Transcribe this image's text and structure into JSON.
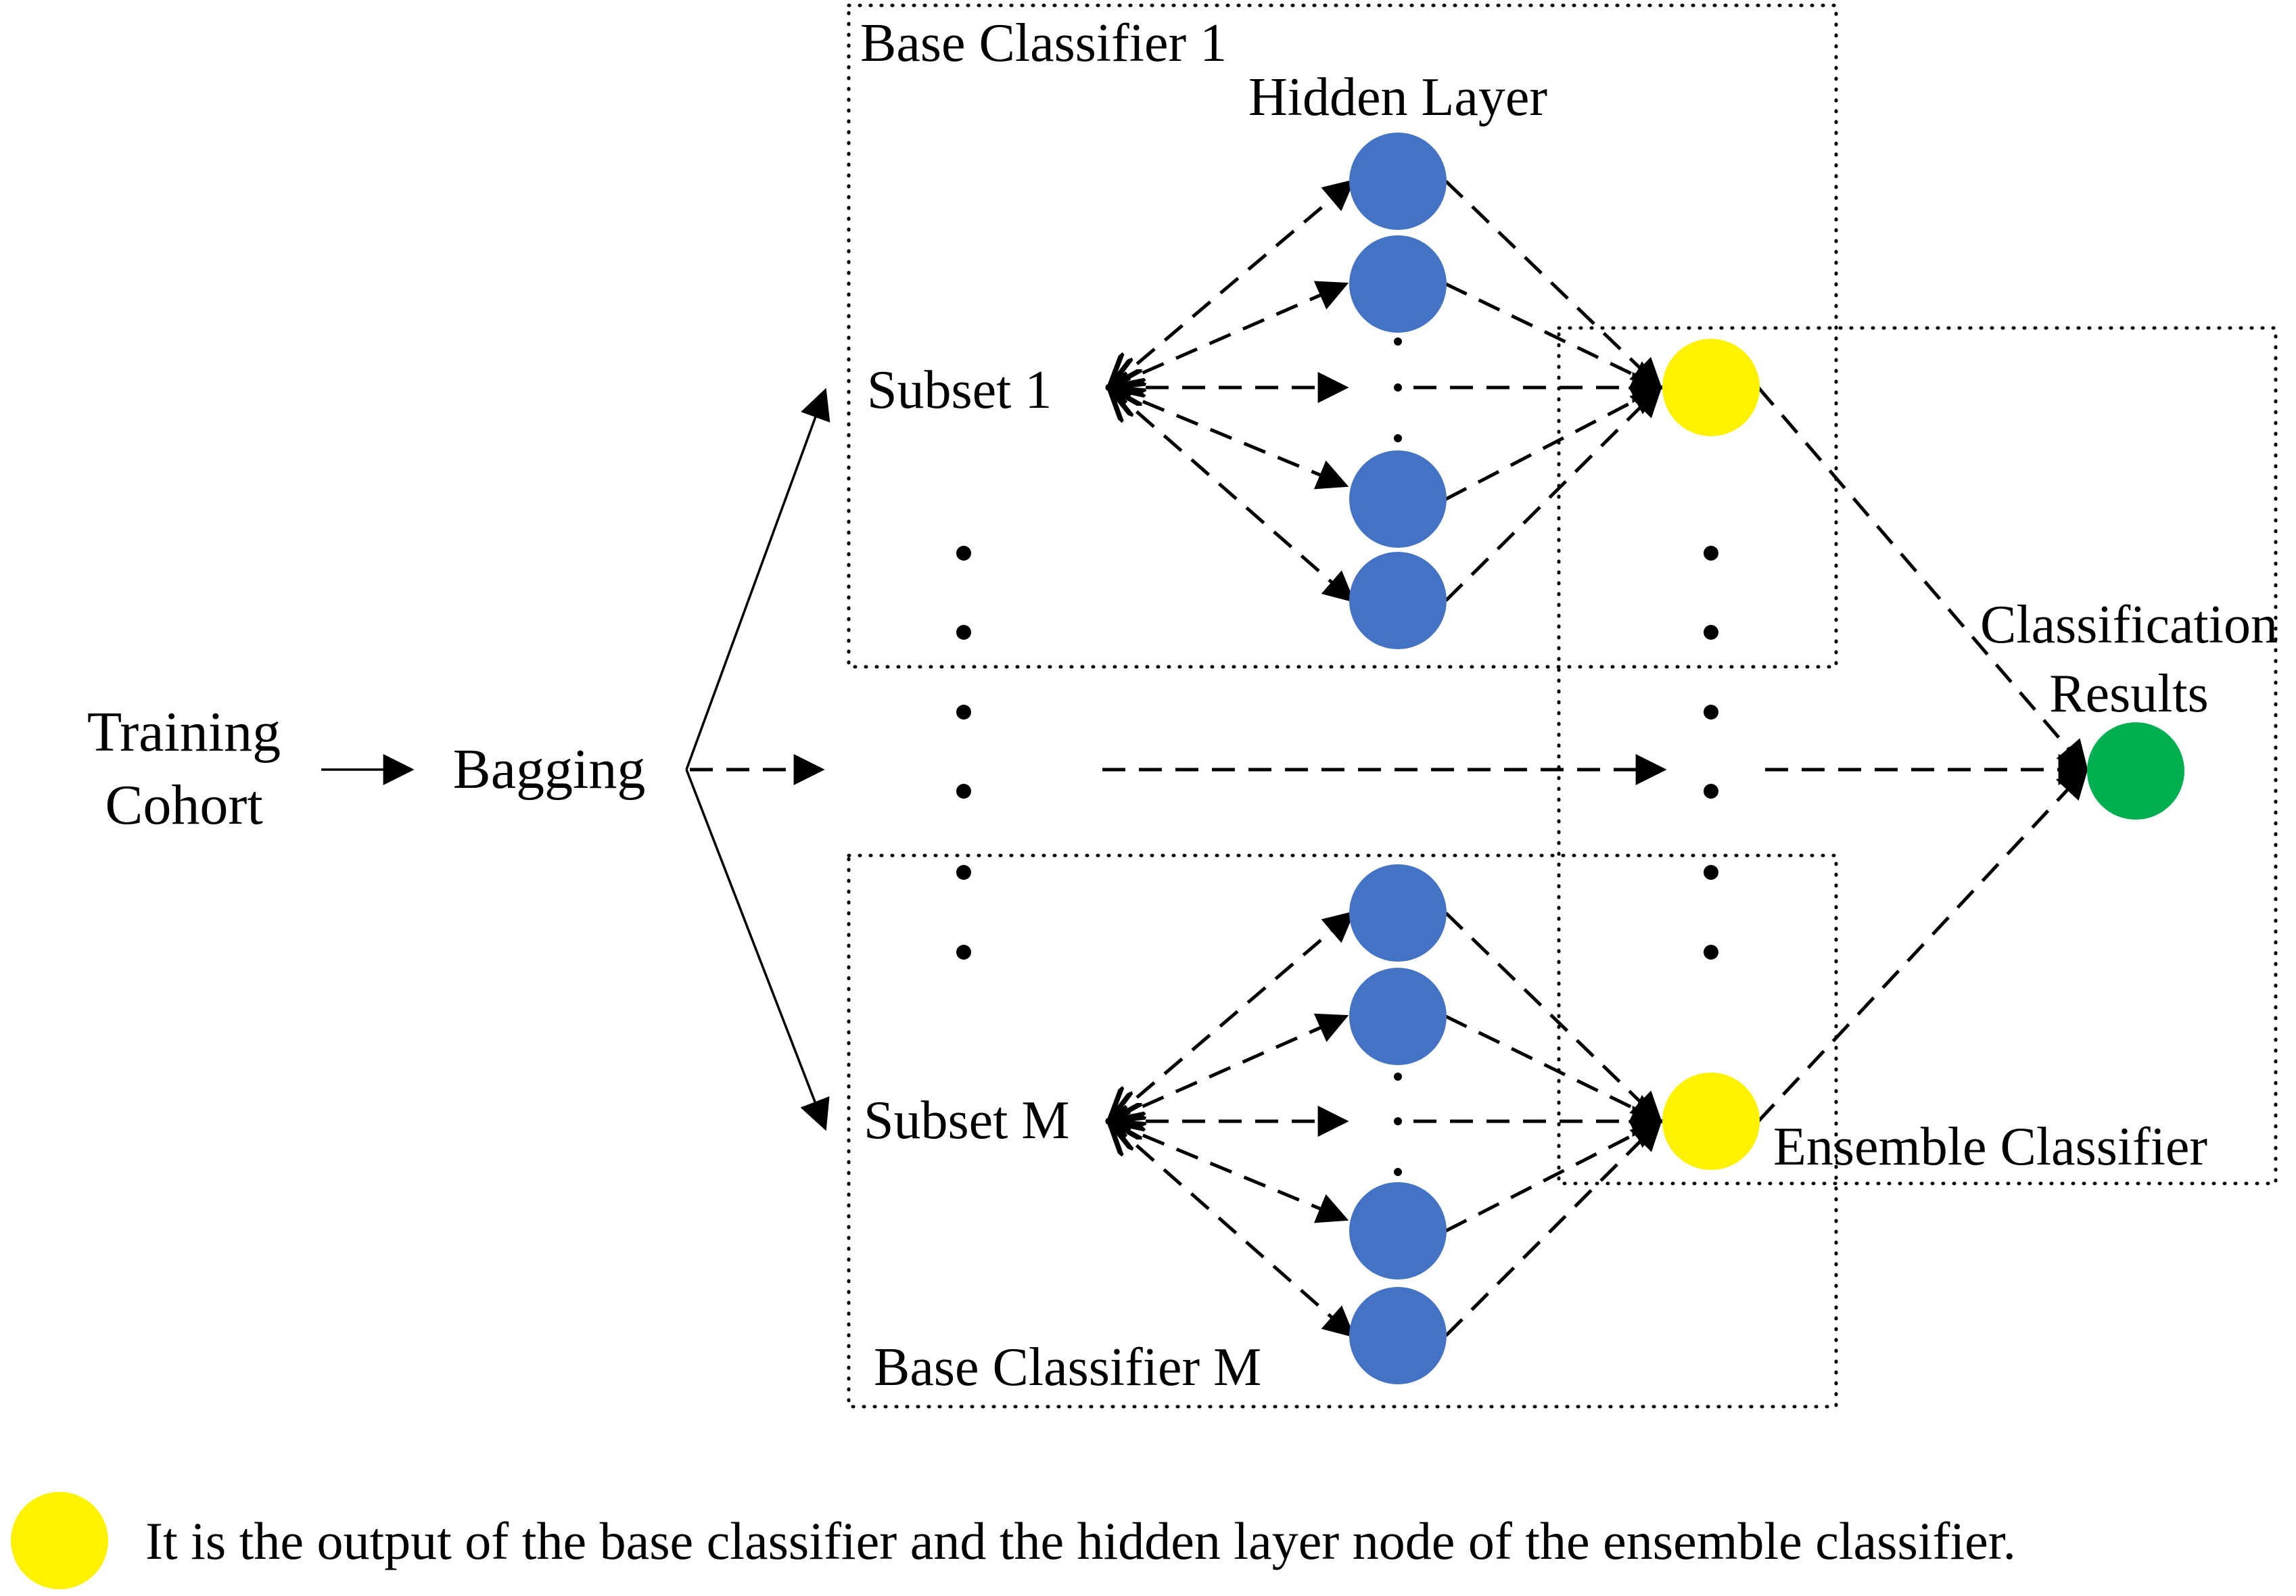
{
  "labels": {
    "training_line1": "Training",
    "training_line2": "Cohort",
    "bagging": "Bagging",
    "base_classifier_1": "Base Classifier 1",
    "base_classifier_m": "Base Classifier M",
    "hidden_layer": "Hidden Layer",
    "subset_1": "Subset 1",
    "subset_m": "Subset M",
    "classification_line1": "Classification",
    "classification_line2": "Results",
    "ensemble_classifier": "Ensemble Classifier",
    "legend_text": "It is the output of the base classifier and the hidden layer node of the ensemble classifier."
  },
  "colors": {
    "hidden_node": "#4472C4",
    "output_node": "#FFF200",
    "final_node": "#00B050"
  }
}
